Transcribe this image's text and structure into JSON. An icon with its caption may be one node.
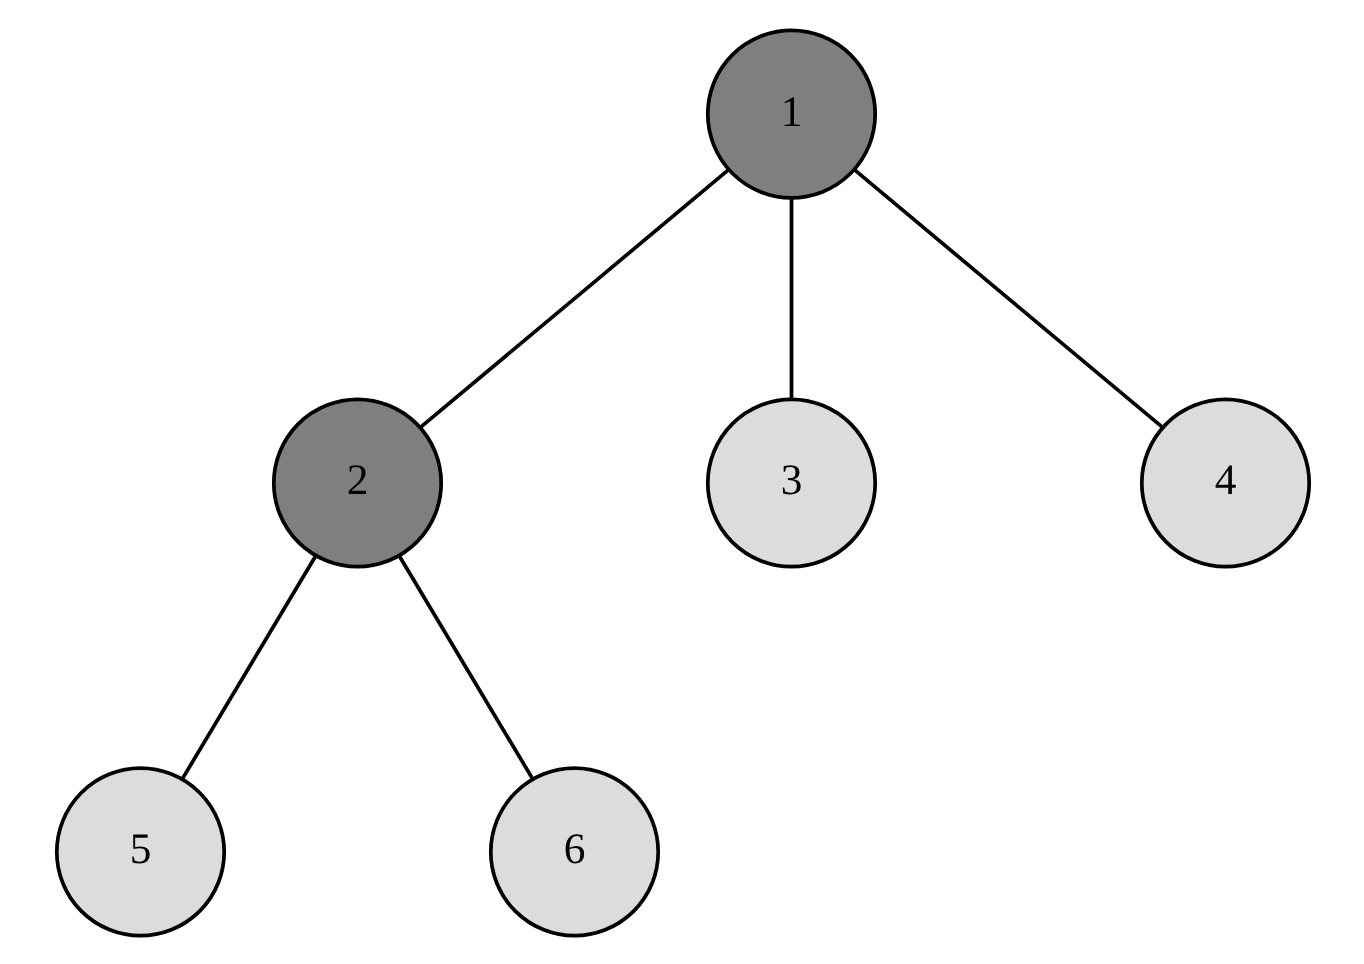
{
  "diagram": {
    "nodes": [
      {
        "text": [
          "1"
        ]
      },
      {
        "text": [
          "2"
        ]
      },
      {
        "text": [
          "3"
        ]
      },
      {
        "text": [
          "4"
        ]
      },
      {
        "text": [
          "5"
        ]
      },
      {
        "text": [
          "6"
        ]
      }
    ],
    "edges": [
      {
        "from": 0,
        "to": 1,
        "arrow": "none"
      },
      {
        "from": 0,
        "to": 2,
        "arrow": "none"
      },
      {
        "from": 0,
        "to": 3,
        "arrow": "none"
      },
      {
        "from": 1,
        "to": 4,
        "arrow": "none"
      },
      {
        "from": 1,
        "to": 5,
        "arrow": "none"
      }
    ]
  }
}
